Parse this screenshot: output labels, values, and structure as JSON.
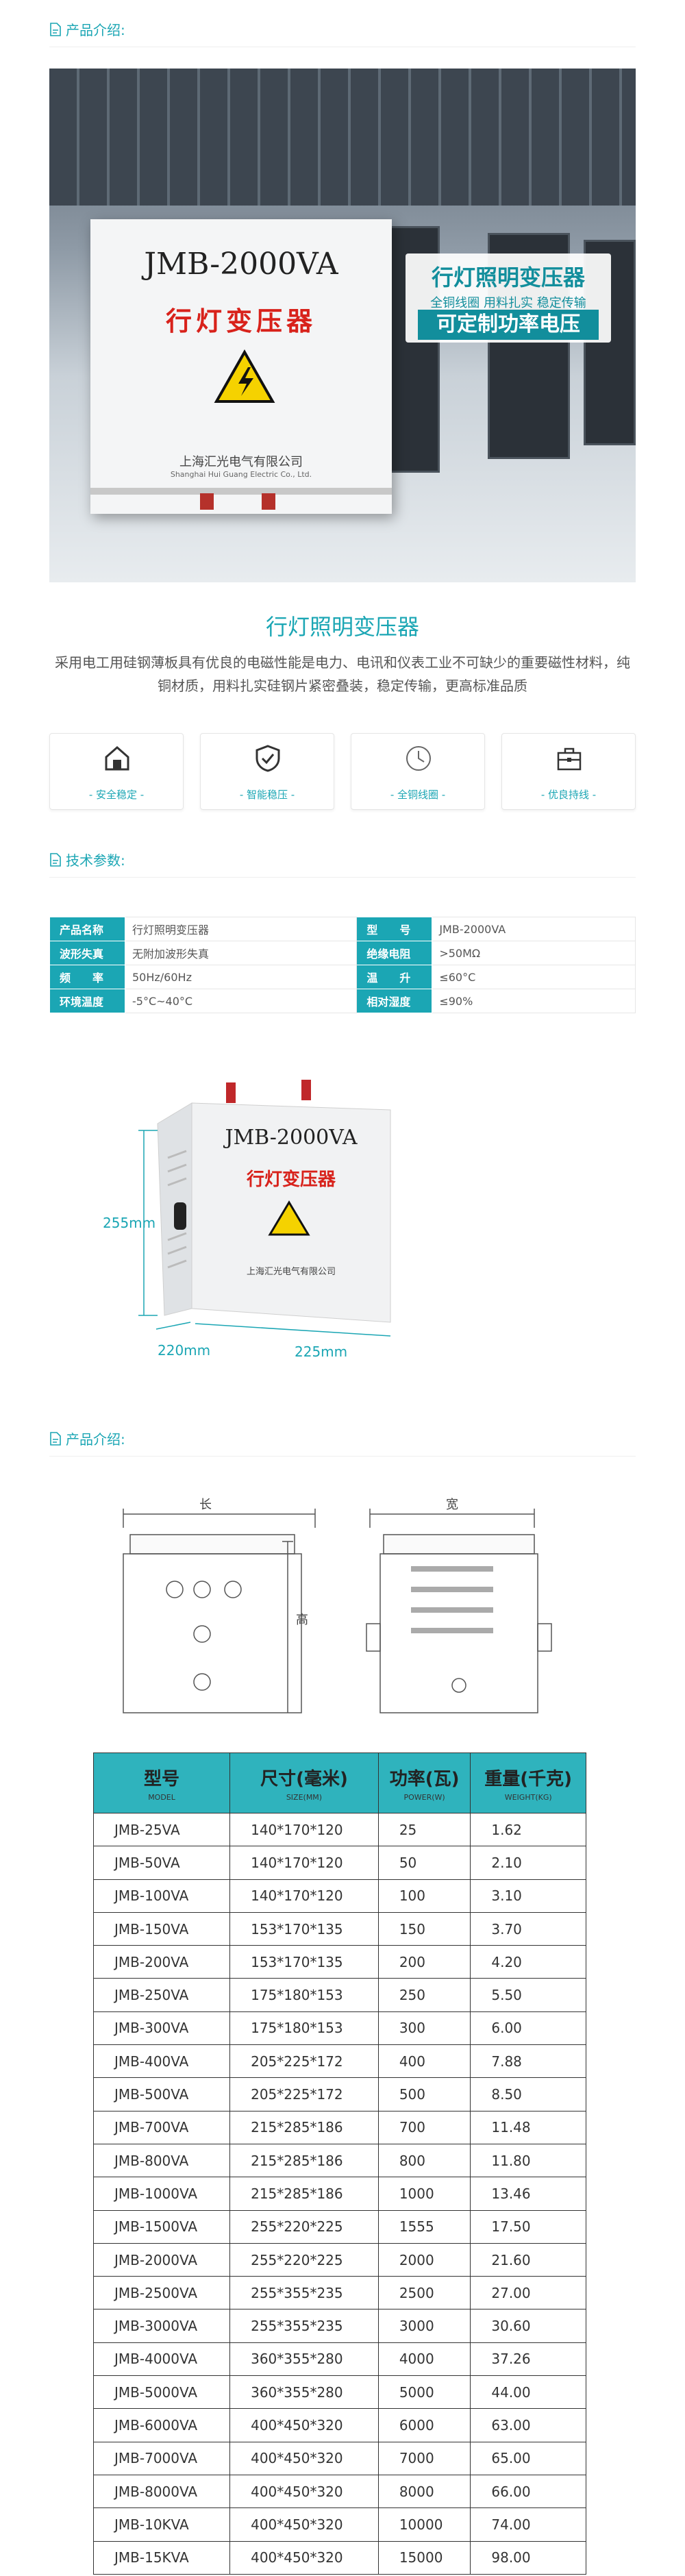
{
  "sections": {
    "intro_heading": "产品介绍:",
    "tech_heading": "技术参数:",
    "intro_heading2": "产品介绍:"
  },
  "hero": {
    "box_model": "JMB-2000VA",
    "box_name": "行灯变压器",
    "box_company": "上海汇光电气有限公司",
    "box_company_en": "Shanghai Hui Guang Electric Co., Ltd.",
    "badge_title": "行灯照明变压器",
    "badge_sub": "全铜线圈 用料扎实 稳定传输",
    "badge_highlight": "可定制功率电压"
  },
  "product": {
    "title": "行灯照明变压器",
    "description": "采用电工用硅钢薄板具有优良的电磁性能是电力、电讯和仪表工业不可缺少的重要磁性材料，纯铜材质，用料扎实硅钢片紧密叠装，稳定传输，更高标准品质"
  },
  "features": [
    {
      "label": "- 安全稳定 -",
      "icon": "house-shield-icon"
    },
    {
      "label": "- 智能稳压 -",
      "icon": "shield-check-icon"
    },
    {
      "label": "- 全铜线圈 -",
      "icon": "clock-icon"
    },
    {
      "label": "- 优良持线 -",
      "icon": "toolbox-icon"
    }
  ],
  "specs": [
    {
      "k1": "产品名称",
      "v1": "行灯照明变压器",
      "k2": "型　　号",
      "v2": "JMB-2000VA"
    },
    {
      "k1": "波形失真",
      "v1": "无附加波形失真",
      "k2": "绝缘电阻",
      "v2": ">50MΩ"
    },
    {
      "k1": "频　　率",
      "v1": "50Hz/60Hz",
      "k2": "温　　升",
      "v2": "≤60°C"
    },
    {
      "k1": "环境温度",
      "v1": "-5°C~40°C",
      "k2": "相对湿度",
      "v2": "≤90%"
    }
  ],
  "dimensions": {
    "height": "255mm",
    "depth": "220mm",
    "width": "225mm",
    "model": "JMB-2000VA",
    "name": "行灯变压器",
    "company": "上海汇光电气有限公司"
  },
  "drawing": {
    "length_label": "长",
    "width_label": "宽",
    "height_label": "高"
  },
  "table": {
    "headers": [
      {
        "cn": "型号",
        "en": "MODEL"
      },
      {
        "cn": "尺寸(毫米)",
        "en": "SIZE(MM)"
      },
      {
        "cn": "功率(瓦)",
        "en": "POWER(W)"
      },
      {
        "cn": "重量(千克)",
        "en": "WEIGHT(KG)"
      }
    ],
    "rows": [
      [
        "JMB-25VA",
        "140*170*120",
        "25",
        "1.62"
      ],
      [
        "JMB-50VA",
        "140*170*120",
        "50",
        "2.10"
      ],
      [
        "JMB-100VA",
        "140*170*120",
        "100",
        "3.10"
      ],
      [
        "JMB-150VA",
        "153*170*135",
        "150",
        "3.70"
      ],
      [
        "JMB-200VA",
        "153*170*135",
        "200",
        "4.20"
      ],
      [
        "JMB-250VA",
        "175*180*153",
        "250",
        "5.50"
      ],
      [
        "JMB-300VA",
        "175*180*153",
        "300",
        "6.00"
      ],
      [
        "JMB-400VA",
        "205*225*172",
        "400",
        "7.88"
      ],
      [
        "JMB-500VA",
        "205*225*172",
        "500",
        "8.50"
      ],
      [
        "JMB-700VA",
        "215*285*186",
        "700",
        "11.48"
      ],
      [
        "JMB-800VA",
        "215*285*186",
        "800",
        "11.80"
      ],
      [
        "JMB-1000VA",
        "215*285*186",
        "1000",
        "13.46"
      ],
      [
        "JMB-1500VA",
        "255*220*225",
        "1555",
        "17.50"
      ],
      [
        "JMB-2000VA",
        "255*220*225",
        "2000",
        "21.60"
      ],
      [
        "JMB-2500VA",
        "255*355*235",
        "2500",
        "27.00"
      ],
      [
        "JMB-3000VA",
        "255*355*235",
        "3000",
        "30.60"
      ],
      [
        "JMB-4000VA",
        "360*355*280",
        "4000",
        "37.26"
      ],
      [
        "JMB-5000VA",
        "360*355*280",
        "5000",
        "44.00"
      ],
      [
        "JMB-6000VA",
        "400*450*320",
        "6000",
        "63.00"
      ],
      [
        "JMB-7000VA",
        "400*450*320",
        "7000",
        "65.00"
      ],
      [
        "JMB-8000VA",
        "400*450*320",
        "8000",
        "66.00"
      ],
      [
        "JMB-10KVA",
        "400*450*320",
        "10000",
        "74.00"
      ],
      [
        "JMB-15KVA",
        "400*450*320",
        "15000",
        "98.00"
      ]
    ]
  },
  "colors": {
    "accent": "#1ba6b4",
    "table_header": "#2fb3bd",
    "warning": "#d8221b"
  }
}
